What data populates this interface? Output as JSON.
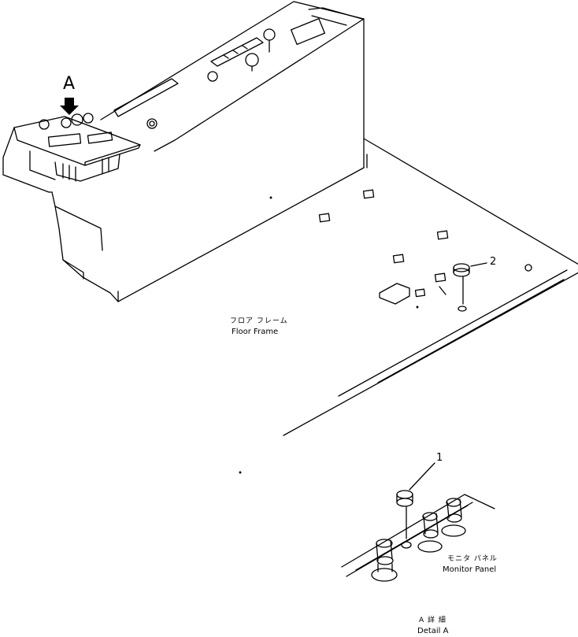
{
  "view_label": "A",
  "floor_frame": {
    "jp": "フロア フレーム",
    "en": "Floor Frame"
  },
  "monitor_panel": {
    "jp": "モニタ パネル",
    "en": "Monitor Panel"
  },
  "detail": {
    "jp": "A 詳 細",
    "en": "Detail A"
  },
  "callouts": [
    "1",
    "2"
  ],
  "colors": {
    "line": "#000000",
    "background": "#ffffff"
  }
}
